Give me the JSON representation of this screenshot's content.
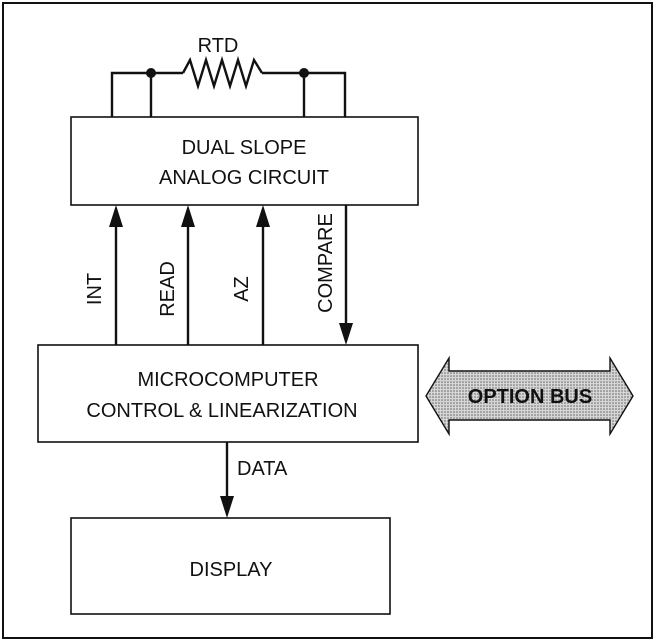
{
  "diagram": {
    "rtd_label": "RTD",
    "analog_block": {
      "line1": "DUAL SLOPE",
      "line2": "ANALOG CIRCUIT"
    },
    "signals": {
      "int": "INT",
      "read": "READ",
      "az": "AZ",
      "compare": "COMPARE"
    },
    "micro_block": {
      "line1": "MICROCOMPUTER",
      "line2": "CONTROL & LINEARIZATION"
    },
    "option_bus_label": "OPTION BUS",
    "data_label": "DATA",
    "display_block": "DISPLAY",
    "option_bus_color": "#b0b0b0"
  }
}
